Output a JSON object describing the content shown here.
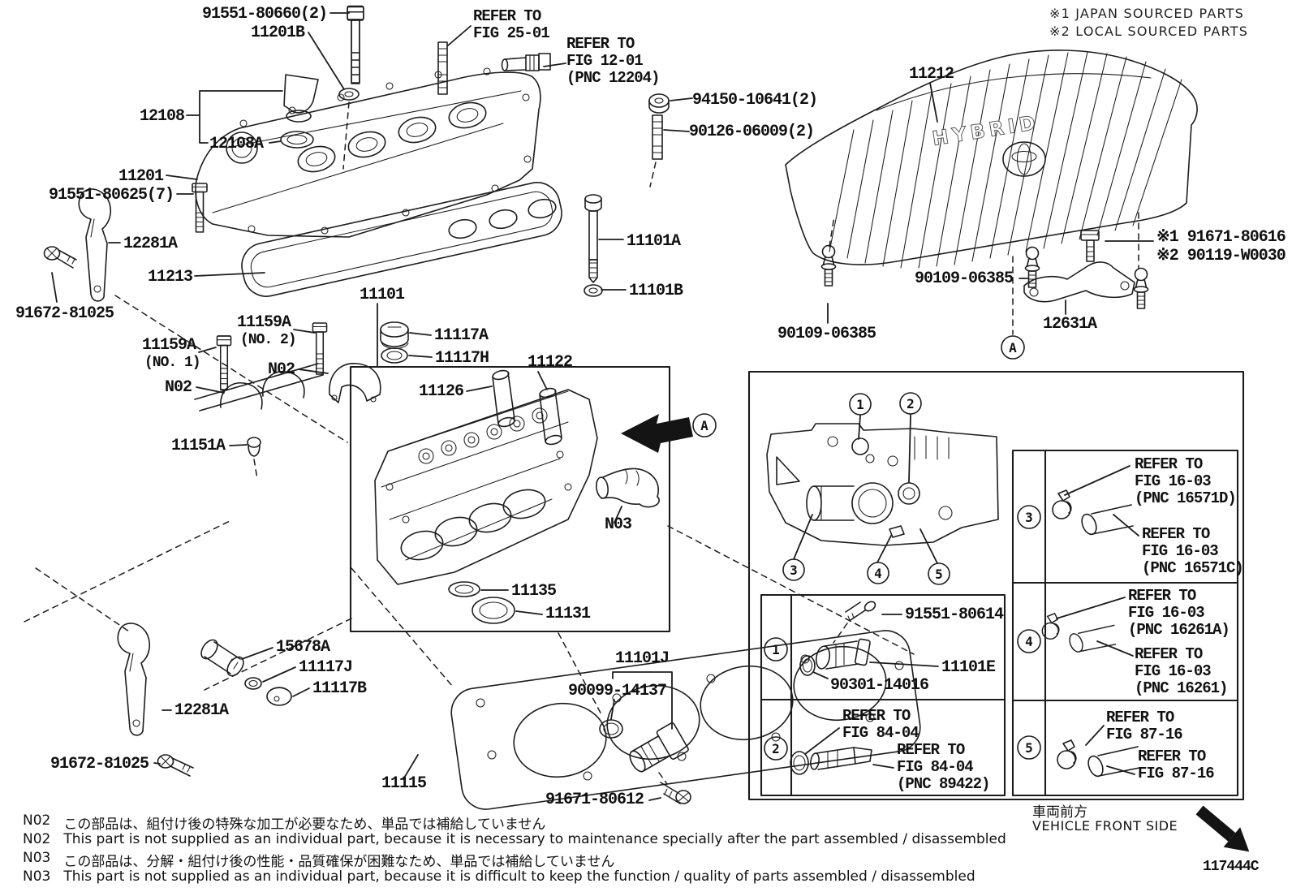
{
  "legend": {
    "note1": "※1 JAPAN SOURCED PARTS",
    "note2": "※2 LOCAL SOURCED PARTS"
  },
  "view": {
    "marker": "A"
  },
  "engine_cover": {
    "badge": "HYBRID"
  },
  "callouts": {
    "c1": "1",
    "c2": "2",
    "c3": "3",
    "c4": "4",
    "c5": "5"
  },
  "labels": {
    "bolt_91551_80660": "91551-80660(2)",
    "seal_11201B": "11201B",
    "coil_12108": "12108",
    "gasket_12108A": "12108A",
    "bolt_91551_80625": "91551-80625(7)",
    "cover_11201": "11201",
    "bracket_12281A_upper": "12281A",
    "gasket_11213": "11213",
    "bolt_91672_81025_upper": "91672-81025",
    "head_11101": "11101",
    "bolt_11101A": "11101A",
    "washer_11101B": "11101B",
    "nut_94150_10641": "94150-10641(2)",
    "stud_90126_06009": "90126-06009(2)",
    "cover_11212": "11212",
    "bolt_91671_80616": "※1 91671-80616",
    "bolt_90119_W0030": "※2 90119-W0030",
    "stud_90109_06385_right": "90109-06385",
    "stud_90109_06385_lower": "90109-06385",
    "bracket_12631A": "12631A",
    "bolt_11159A_no2": "11159A",
    "bolt_11159A_no2_sub": "(NO. 2)",
    "bolt_11159A_no1": "11159A",
    "bolt_11159A_no1_sub": "(NO. 1)",
    "note_N02_upper": "N02",
    "note_N02_left": "N02",
    "plug_11117A": "11117A",
    "gasket_11117H": "11117H",
    "guide_11122": "11122",
    "guide_11126": "11126",
    "plug_11151A": "11151A",
    "note_N03": "N03",
    "gasket_11135": "11135",
    "seal_11131": "11131",
    "stud_15678A": "15678A",
    "gasket_11117J": "11117J",
    "plug_11117B": "11117B",
    "bracket_12281A_lower": "12281A",
    "bolt_91672_81025_lower": "91672-81025",
    "gasket_11115": "11115",
    "sensor_11101J": "11101J",
    "oring_90099_14137": "90099-14137",
    "bolt_91671_80612": "91671-80612",
    "bolt_91551_80614": "91551-80614",
    "sensor_11101E": "11101E",
    "oring_90301_14016": "90301-14016"
  },
  "refs": {
    "fig_25_01": [
      "REFER TO",
      "FIG 25-01"
    ],
    "fig_12_01": [
      "REFER TO",
      "FIG 12-01",
      "(PNC 12204)"
    ],
    "fig_16_03_16571D": [
      "REFER TO",
      "FIG 16-03",
      "(PNC 16571D)"
    ],
    "fig_16_03_16571C": [
      "REFER TO",
      "FIG 16-03",
      "(PNC 16571C)"
    ],
    "fig_16_03_16261A": [
      "REFER TO",
      "FIG 16-03",
      "(PNC 16261A)"
    ],
    "fig_16_03_16261": [
      "REFER TO",
      "FIG 16-03",
      "(PNC 16261)"
    ],
    "fig_87_16_a": [
      "REFER TO",
      "FIG 87-16"
    ],
    "fig_87_16_b": [
      "REFER TO",
      "FIG 87-16"
    ],
    "fig_84_04_a": [
      "REFER TO",
      "FIG 84-04"
    ],
    "fig_84_04_b": [
      "REFER TO",
      "FIG 84-04",
      "(PNC 89422)"
    ]
  },
  "footnotes": [
    {
      "code": "N02",
      "text": "この部品は、組付け後の特殊な加工が必要なため、単品では補給していません"
    },
    {
      "code": "N02",
      "text": "This part is not supplied as an individual part, because it is necessary to maintenance specially after the part assembled / disassembled"
    },
    {
      "code": "N03",
      "text": "この部品は、分解・組付け後の性能・品質確保が困難なため、単品では補給していません"
    },
    {
      "code": "N03",
      "text": "This part is not supplied as an individual part, because it is difficult to keep the function / quality of parts assembled / disassembled"
    }
  ],
  "front_side": {
    "jp": "車両前方",
    "en": "VEHICLE FRONT SIDE"
  },
  "drawing_code": "117444C"
}
